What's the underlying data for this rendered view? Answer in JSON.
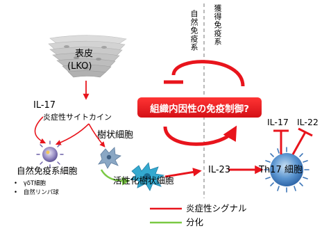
{
  "labels": {
    "skin_title": "表皮",
    "skin_sub": "(LKO)",
    "il17_left": "IL-17",
    "cytokine": "炎症性サイトカイン",
    "dendritic": "樹状細胞",
    "innate_cells": "自然免疫系細胞",
    "innate_item1": "γδT細胞",
    "innate_item2": "自然リンパ球",
    "activated_dc": "活性化樹状細胞",
    "il23": "IL-23",
    "th17": "Th17 細胞",
    "il17_right": "IL-17",
    "il22": "IL-22",
    "innate_system": "自然免疫系",
    "acquired_system": "獲得免疫系",
    "central_box": "組織内因性の免疫制御?"
  },
  "legend": {
    "items": [
      {
        "label": "炎症性シグナル",
        "color": "#e8141c"
      },
      {
        "label": "分化",
        "color": "#7ac943"
      }
    ]
  },
  "colors": {
    "signal": "#e8141c",
    "differentiation": "#7ac943",
    "divider": "#8a8a8a",
    "cell_blue": "#4a86c8",
    "cell_purple": "#7b6fb0",
    "dc_cyan": "#2fa3c8"
  }
}
